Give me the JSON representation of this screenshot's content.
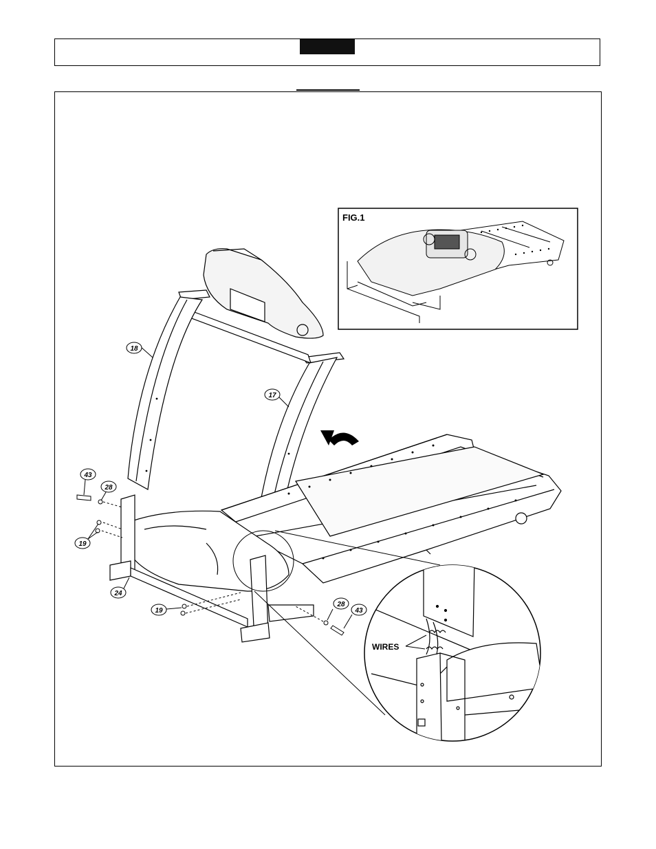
{
  "figure_label": "FIG.1",
  "wires_label": "WIRES",
  "callouts": {
    "part_18": "18",
    "part_17": "17",
    "part_43_left": "43",
    "part_28_left": "28",
    "part_19_left": "19",
    "part_24": "24",
    "part_19_bottom": "19",
    "part_28_right": "28",
    "part_43_right": "43"
  }
}
